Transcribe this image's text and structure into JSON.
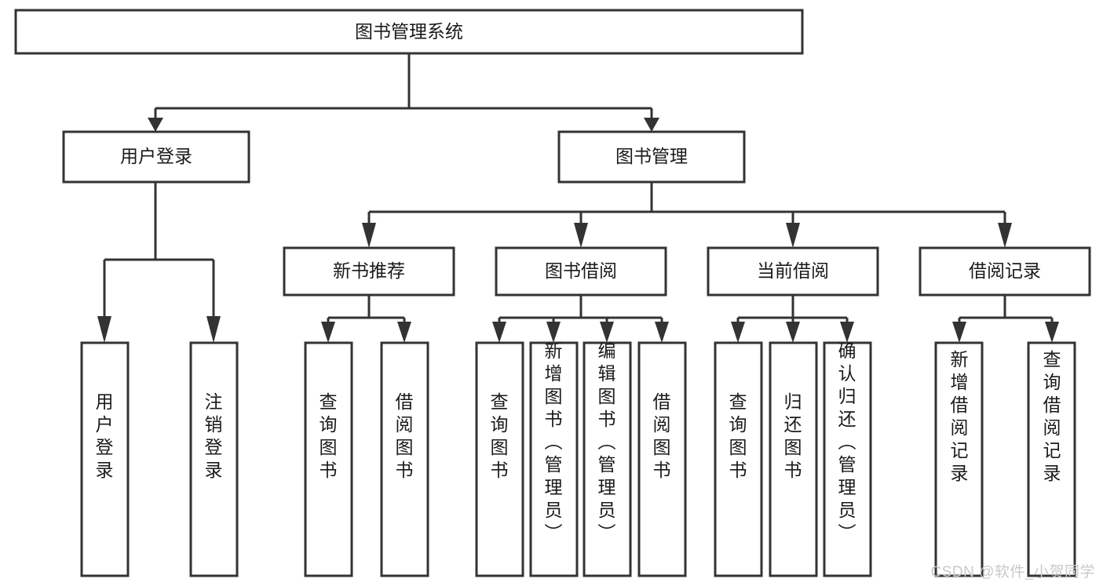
{
  "diagram": {
    "type": "tree-hierarchy-chart",
    "title": "图书管理系统",
    "watermark": "CSDN @软件_小贺同学",
    "colors": {
      "box_fill": "#ffffff",
      "box_stroke": "#333333",
      "text": "#1a1a1a",
      "watermark": "#c9c9c9",
      "background": "#ffffff"
    },
    "levels": {
      "level1": [
        {
          "id": "root",
          "label": "图书管理系统"
        }
      ],
      "level2": [
        {
          "id": "user-login",
          "label": "用户登录",
          "parent": "root"
        },
        {
          "id": "book-manage",
          "label": "图书管理",
          "parent": "root"
        }
      ],
      "level3": [
        {
          "id": "new-book-recommend",
          "label": "新书推荐",
          "parent": "book-manage"
        },
        {
          "id": "book-borrow",
          "label": "图书借阅",
          "parent": "book-manage"
        },
        {
          "id": "current-borrow",
          "label": "当前借阅",
          "parent": "book-manage"
        },
        {
          "id": "borrow-record",
          "label": "借阅记录",
          "parent": "book-manage"
        }
      ],
      "leaves": [
        {
          "id": "leaf-user-login",
          "label": "用户登录",
          "parent": "user-login"
        },
        {
          "id": "leaf-logout-login",
          "label": "注销登录",
          "parent": "user-login"
        },
        {
          "id": "leaf-query-book-1",
          "label": "查询图书",
          "parent": "new-book-recommend"
        },
        {
          "id": "leaf-borrow-book-1",
          "label": "借阅图书",
          "parent": "new-book-recommend"
        },
        {
          "id": "leaf-query-book-2",
          "label": "查询图书",
          "parent": "book-borrow"
        },
        {
          "id": "leaf-add-book",
          "label": "新增图书（管理员）",
          "parent": "book-borrow"
        },
        {
          "id": "leaf-edit-book",
          "label": "编辑图书（管理员）",
          "parent": "book-borrow"
        },
        {
          "id": "leaf-borrow-book-2",
          "label": "借阅图书",
          "parent": "book-borrow"
        },
        {
          "id": "leaf-query-book-3",
          "label": "查询图书",
          "parent": "current-borrow"
        },
        {
          "id": "leaf-return-book",
          "label": "归还图书",
          "parent": "current-borrow"
        },
        {
          "id": "leaf-confirm-return",
          "label": "确认归还（管理员）",
          "parent": "current-borrow"
        },
        {
          "id": "leaf-add-record",
          "label": "新增借阅记录",
          "parent": "borrow-record"
        },
        {
          "id": "leaf-query-record",
          "label": "查询借阅记录",
          "parent": "borrow-record"
        }
      ]
    }
  }
}
